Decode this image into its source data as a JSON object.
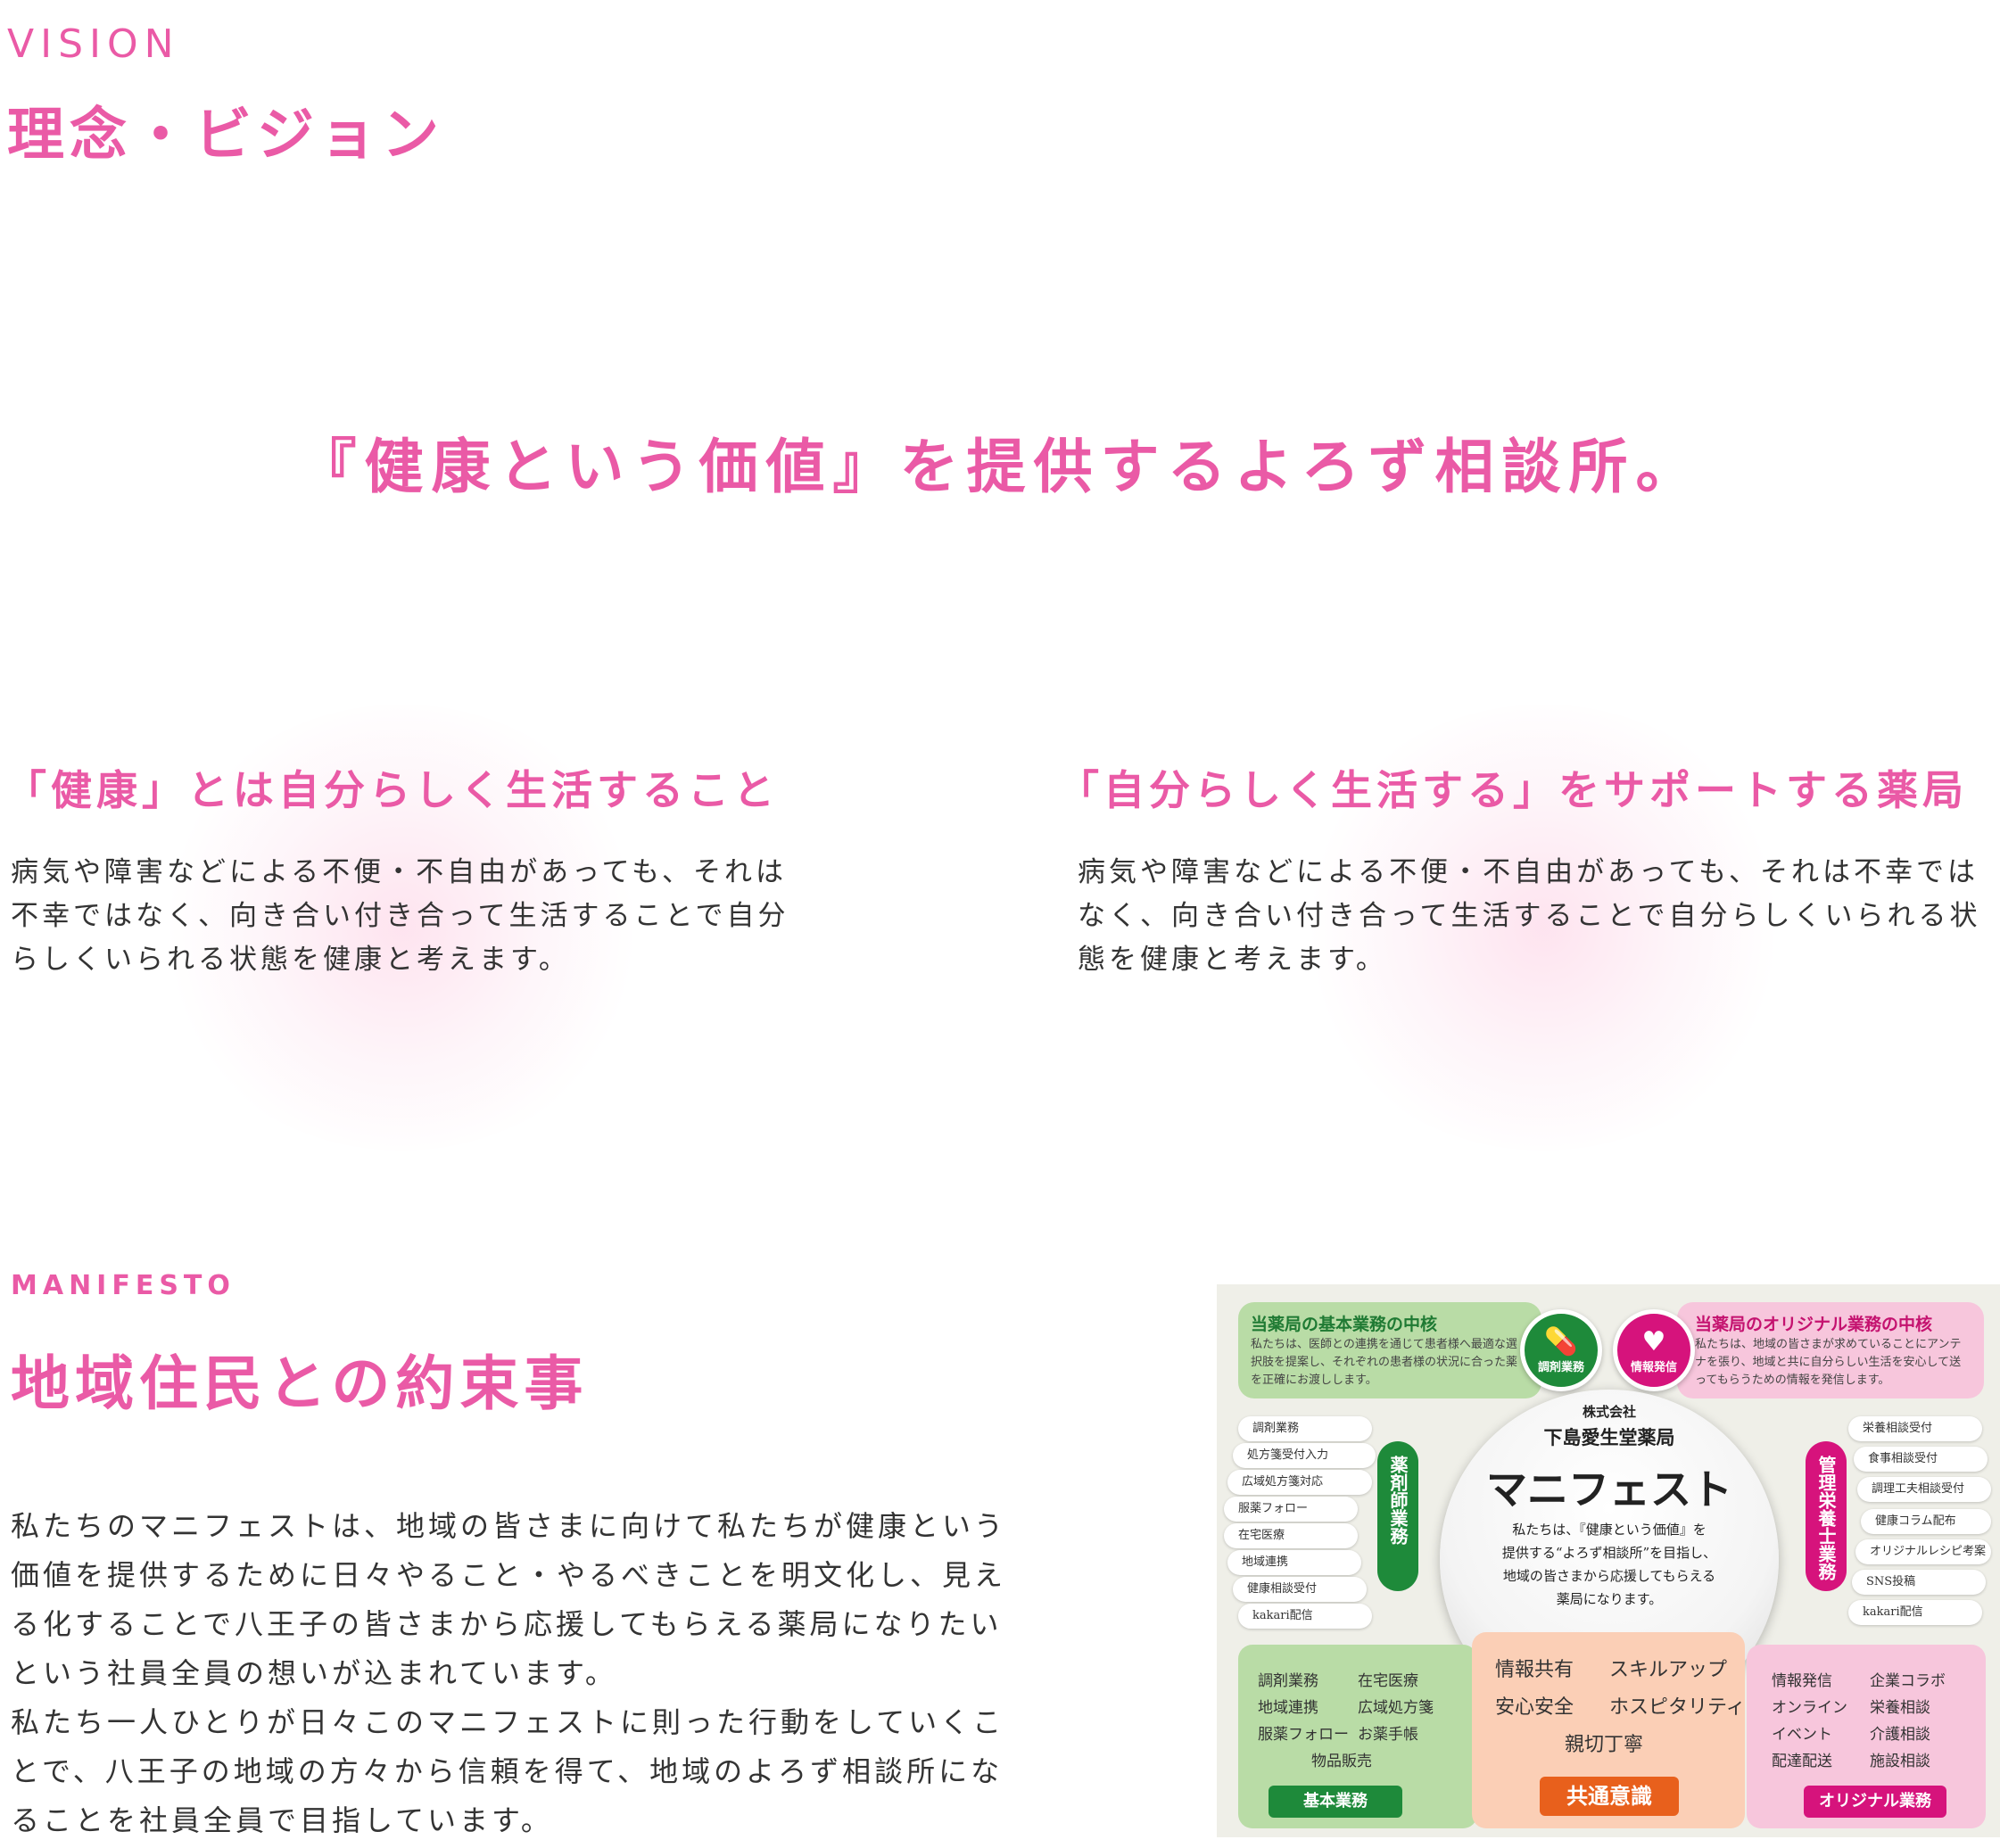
{
  "vision": {
    "eyebrow": "VISION",
    "title": "理念・ビジョン",
    "slogan": "『健康という価値』を提供するよろず相談所。",
    "columns": [
      {
        "heading": "「健康」とは自分らしく生活すること",
        "body": "病気や障害などによる不便・不自由があっても、それは不幸ではなく、向き合い付き合って生活することで自分らしくいられる状態を健康と考えます。"
      },
      {
        "heading": "「自分らしく生活する」をサポートする薬局",
        "body": "病気や障害などによる不便・不自由があっても、それは不幸ではなく、向き合い付き合って生活することで自分らしくいられる状態を健康と考えます。"
      }
    ]
  },
  "manifesto": {
    "eyebrow": "MANIFESTO",
    "title": "地域住民との約束事",
    "paragraphs": [
      "私たちのマニフェストは、地域の皆さまに向けて私たちが健康という価値を提供するために日々やること・やるべきことを明文化し、見える化することで八王子の皆さまから応援してもらえる薬局になりたいという社員全員の想いが込まれています。",
      "私たち一人ひとりが日々このマニフェストに則った行動をしていくことで、八王子の地域の方々から信頼を得て、地域のよろず相談所になることを社員全員で目指しています。"
    ]
  },
  "infographic": {
    "basic_box": {
      "title": "当薬局の基本業務の中核",
      "text": "私たちは、医師との連携を通じて患者様へ最適な選択肢を提案し、それぞれの患者様の状況に合った薬を正確にお渡しします。"
    },
    "original_box": {
      "title": "当薬局のオリジナル業務の中核",
      "text": "私たちは、地域の皆さまが求めていることにアンテナを張り、地域と共に自分らしい生活を安心して送ってもらうための情報を発信します。"
    },
    "badges": {
      "dispensing": "調剤業務",
      "info": "情報発信"
    },
    "center": {
      "company": "株式会社",
      "name": "下島愛生堂薬局",
      "title": "マニフェスト",
      "lines": [
        "私たちは、『健康という価値』を",
        "提供する“よろず相談所”を目指し、",
        "地域の皆さまから応援してもらえる",
        "薬局になります。"
      ]
    },
    "left_label": "薬剤師業務",
    "left_items": [
      "調剤業務",
      "処方箋受付入力",
      "広域処方箋対応",
      "服薬フォロー",
      "在宅医療",
      "地域連携",
      "健康相談受付",
      "kakari配信"
    ],
    "right_label": "管理栄養士業務",
    "right_items": [
      "栄養相談受付",
      "食事相談受付",
      "調理工夫相談受付",
      "健康コラム配布",
      "オリジナルレシピ考案",
      "SNS投稿",
      "kakari配信"
    ],
    "basic_grid": [
      "調剤業務",
      "在宅医療",
      "地域連携",
      "広域処方箋",
      "服薬フォロー",
      "お薬手帳",
      "物品販売"
    ],
    "basic_label": "基本業務",
    "common_grid": [
      "情報共有",
      "スキルアップ",
      "安心安全",
      "ホスピタリティ",
      "親切丁寧"
    ],
    "common_label": "共通意識",
    "original_grid": [
      "情報発信",
      "企業コラボ",
      "オンライン",
      "栄養相談",
      "イベント",
      "介護相談",
      "配達配送",
      "施設相談"
    ],
    "original_label": "オリジナル業務",
    "colors": {
      "pink": "#ea5aa6",
      "magenta": "#d6137c",
      "green": "#1e8a3a",
      "orange": "#e8601c"
    }
  }
}
